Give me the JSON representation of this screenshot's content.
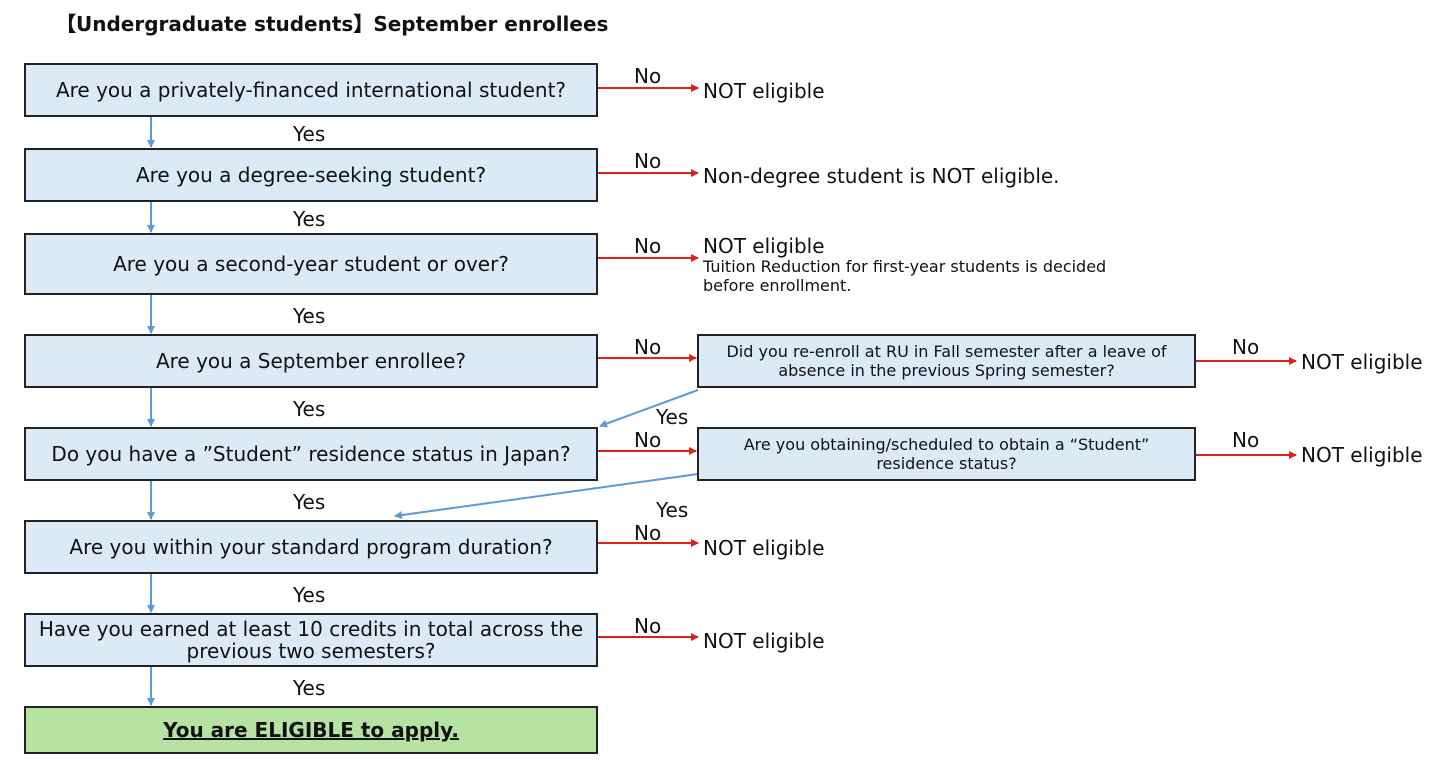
{
  "title": "【Undergraduate students】September enrollees",
  "questions": [
    "Are you a privately-financed international student?",
    "Are you a degree-seeking student?",
    "Are you a second-year student or over?",
    "Are you a September enrollee?",
    "Do you have a ”Student” residence status in Japan?",
    "Are you within your standard program duration?",
    "Have you earned at least 10 credits in total across the previous two semesters?"
  ],
  "side_questions": [
    "Did you re-enroll at RU in Fall semester after a leave of absence in the previous Spring semester?",
    "Are you obtaining/scheduled to obtain a “Student” residence status?"
  ],
  "final": "You are ELIGIBLE to apply.",
  "yes": "Yes",
  "no": "No",
  "outcomes": {
    "q1": "NOT eligible",
    "q2": "Non-degree student is NOT eligible.",
    "q3": "NOT eligible",
    "q3_note_1": "Tuition Reduction for first-year students is decided",
    "q3_note_2": "before enrollment.",
    "s1": "NOT eligible",
    "s2": "NOT eligible",
    "q6": "NOT eligible",
    "q7": "NOT eligible"
  },
  "colors": {
    "box_fill": "#dce9f7",
    "final_fill": "#b7e3a2",
    "yes_arrow": "#5b9bd5",
    "no_arrow": "#e0201b"
  }
}
